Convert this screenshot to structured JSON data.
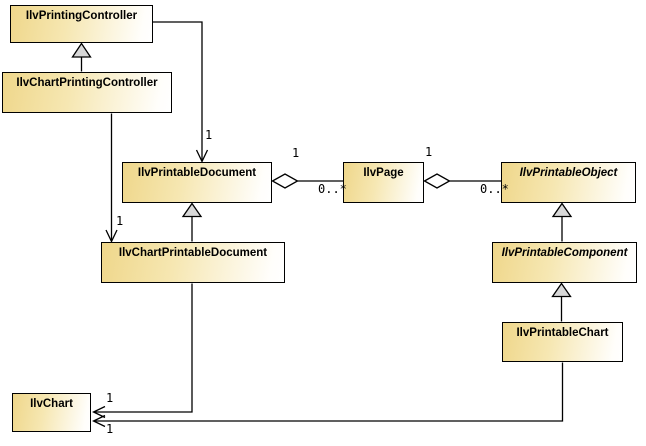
{
  "diagram": {
    "kind": "uml-class-diagram",
    "background_color": "#ffffff",
    "box_gradient_start": "#efd78b",
    "box_gradient_end": "#ffffff",
    "box_border_color": "#000000",
    "line_color": "#000000",
    "triangle_fill": "#d8d8d8",
    "diamond_fill": "#ffffff",
    "classes": [
      {
        "name": "IlvPrintingController",
        "abstract": false
      },
      {
        "name": "IlvChartPrintingController",
        "abstract": false
      },
      {
        "name": "IlvPrintableDocument",
        "abstract": false
      },
      {
        "name": "IlvChartPrintableDocument",
        "abstract": false
      },
      {
        "name": "IlvPage",
        "abstract": false
      },
      {
        "name": "IlvPrintableObject",
        "abstract": true
      },
      {
        "name": "IlvPrintableComponent",
        "abstract": true
      },
      {
        "name": "IlvPrintableChart",
        "abstract": false
      },
      {
        "name": "IlvChart",
        "abstract": false
      }
    ],
    "relations": [
      {
        "type": "generalization",
        "from": "IlvChartPrintingController",
        "to": "IlvPrintingController"
      },
      {
        "type": "association",
        "from": "IlvPrintingController",
        "to": "IlvPrintableDocument",
        "multiplicity": "1"
      },
      {
        "type": "generalization",
        "from": "IlvChartPrintableDocument",
        "to": "IlvPrintableDocument"
      },
      {
        "type": "association",
        "from": "IlvChartPrintingController",
        "to": "IlvChartPrintableDocument",
        "multiplicity": "1"
      },
      {
        "type": "aggregation",
        "from": "IlvPrintableDocument",
        "to": "IlvPage",
        "from_multiplicity": "1",
        "to_multiplicity": "0..*"
      },
      {
        "type": "aggregation",
        "from": "IlvPage",
        "to": "IlvPrintableObject",
        "from_multiplicity": "1",
        "to_multiplicity": "0..*"
      },
      {
        "type": "generalization",
        "from": "IlvPrintableComponent",
        "to": "IlvPrintableObject"
      },
      {
        "type": "generalization",
        "from": "IlvPrintableChart",
        "to": "IlvPrintableComponent"
      },
      {
        "type": "association",
        "from": "IlvChartPrintableDocument",
        "to": "IlvChart",
        "multiplicity": "1"
      },
      {
        "type": "association",
        "from": "IlvPrintableChart",
        "to": "IlvChart",
        "multiplicity": "1"
      }
    ]
  }
}
